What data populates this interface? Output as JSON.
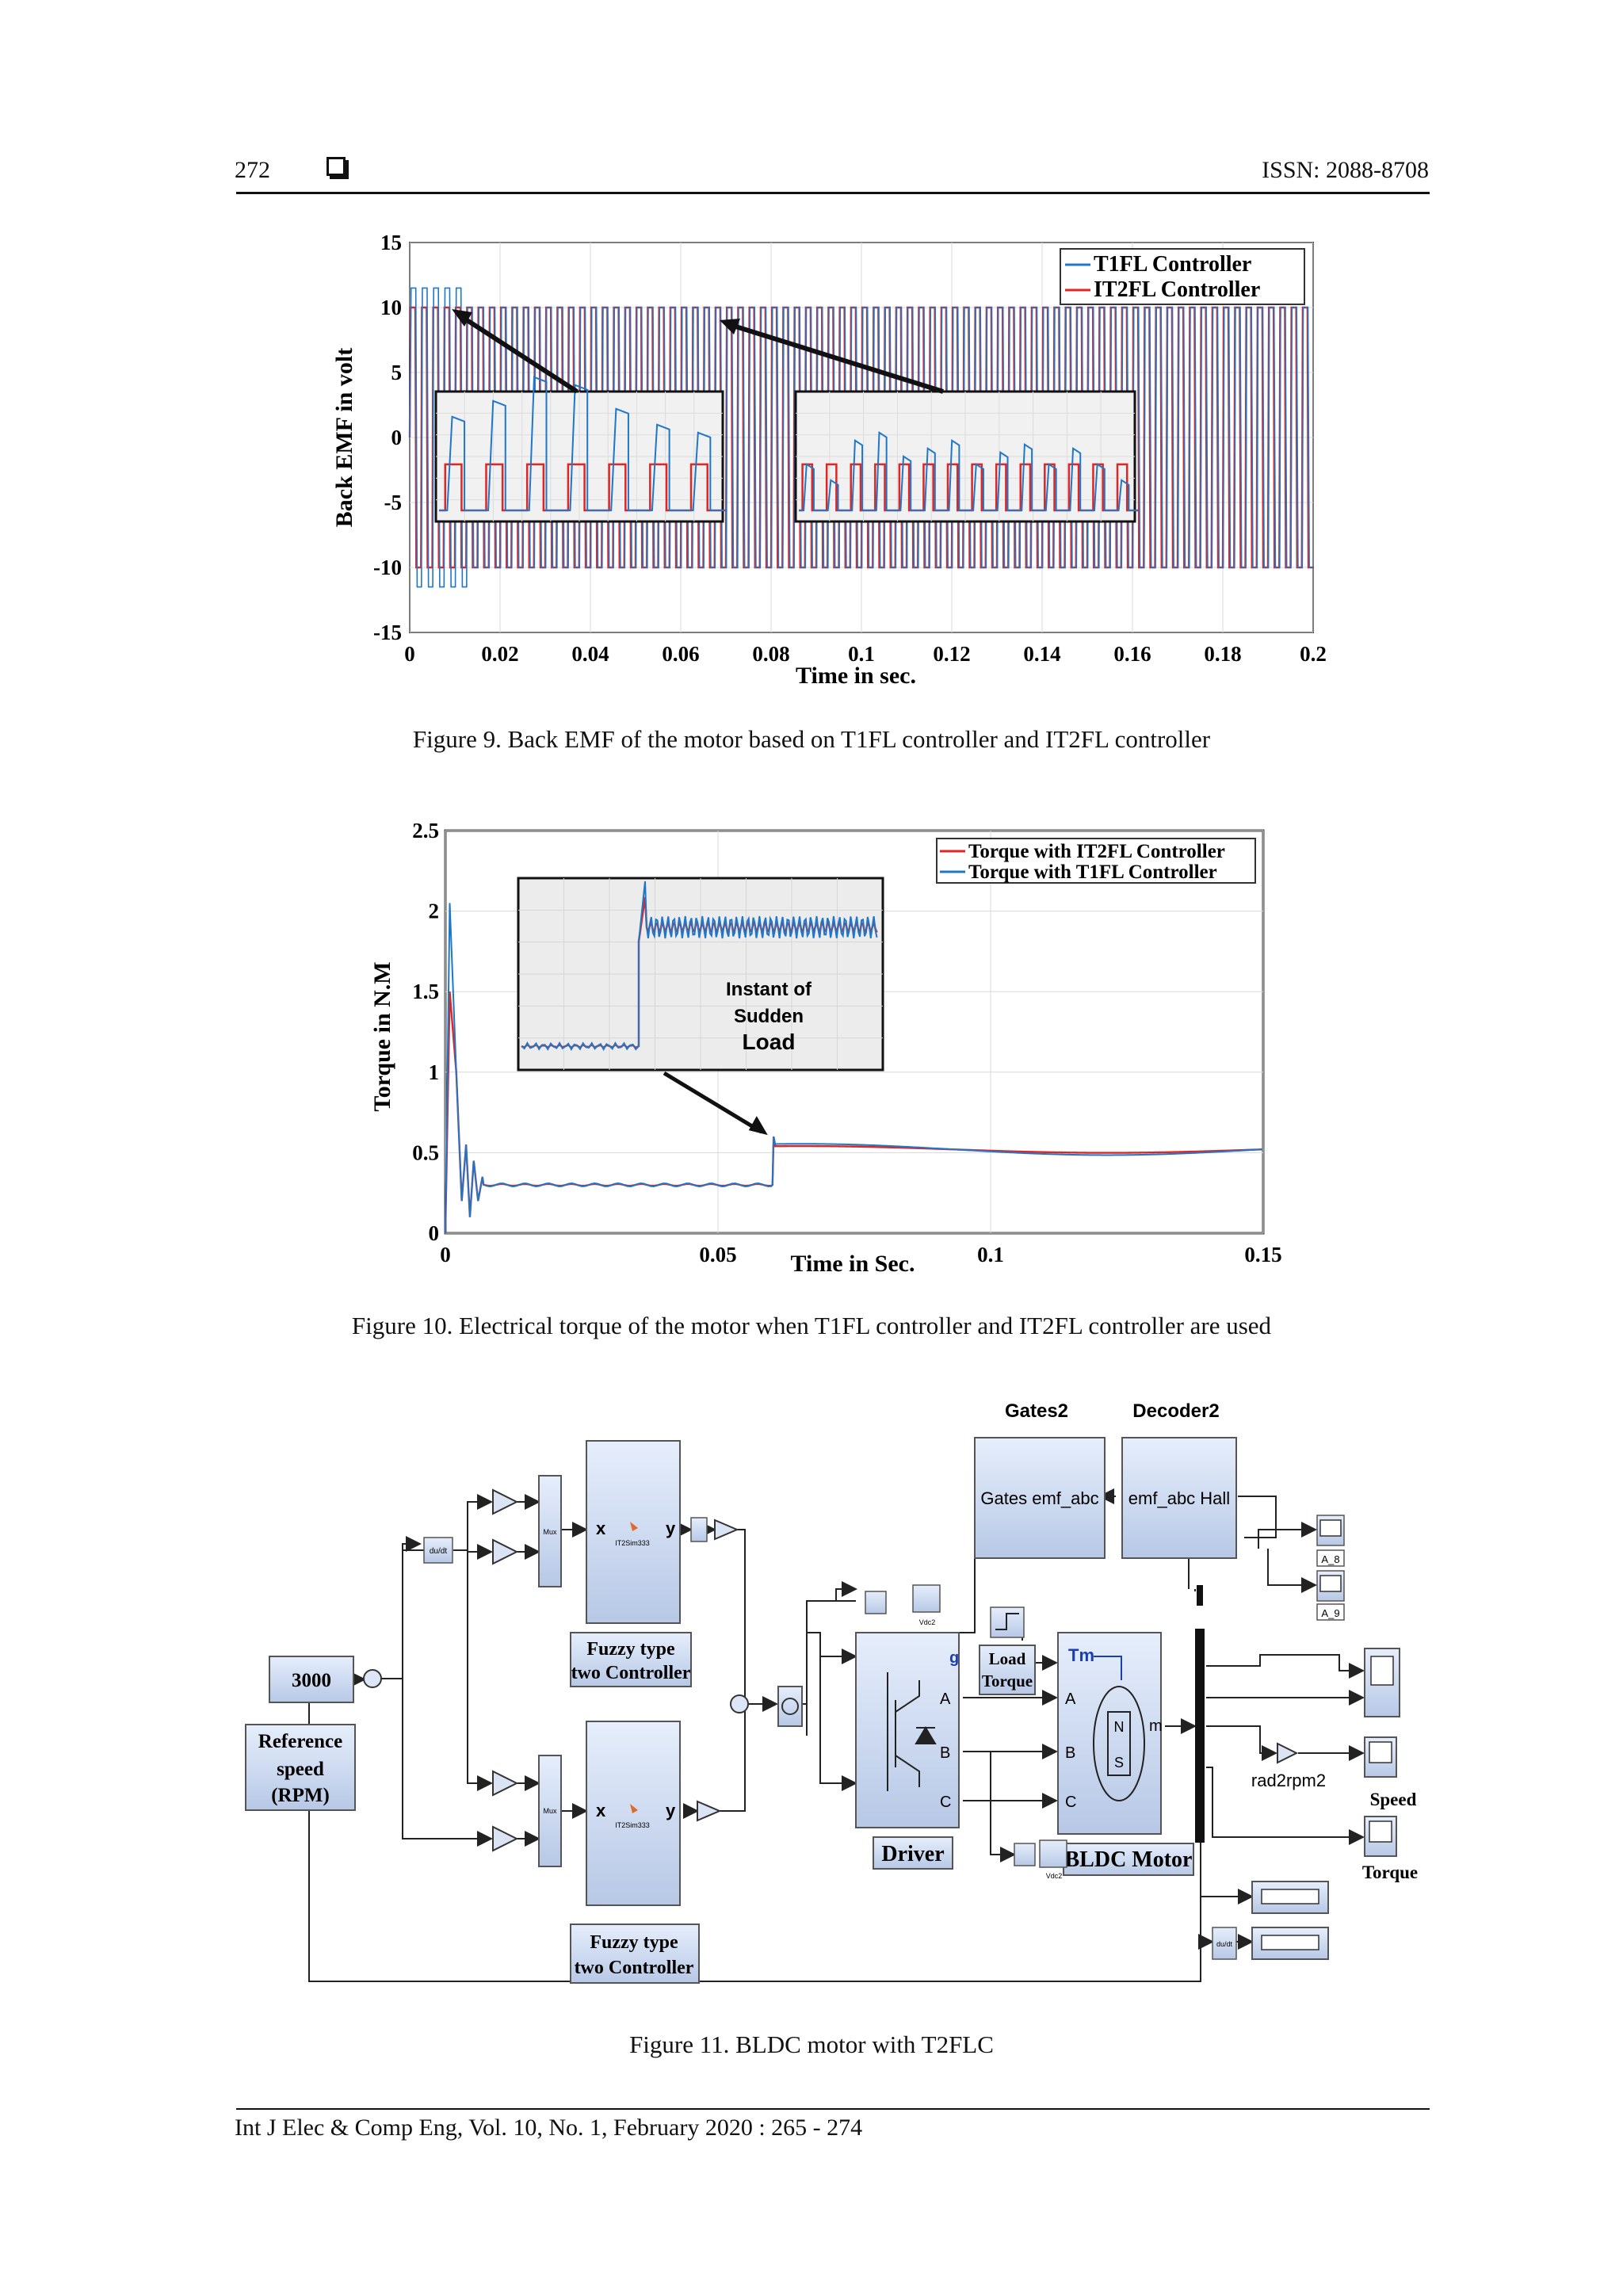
{
  "header": {
    "page_number": "272",
    "issn": "ISSN: 2088-8708"
  },
  "fig9": {
    "caption": "Figure 9. Back EMF of the motor based on T1FL controller and IT2FL controller",
    "chart_data": {
      "type": "line",
      "xlabel": "Time in sec.",
      "ylabel": "Back EMF in volt",
      "xlim": [
        0,
        0.2
      ],
      "ylim": [
        -15,
        15
      ],
      "xticks": [
        "0",
        "0.02",
        "0.04",
        "0.06",
        "0.08",
        "0.1",
        "0.12",
        "0.14",
        "0.16",
        "0.18",
        "0.2"
      ],
      "yticks": [
        "15",
        "10",
        "5",
        "0",
        "-5",
        "-10",
        "-15"
      ],
      "legend_position": "top-right",
      "series": [
        {
          "name": "T1FL Controller",
          "color": "#1f77c8",
          "amplitude": 10,
          "overshoot_peak": 11.5,
          "overshoot_until": 0.012
        },
        {
          "name": "IT2FL Controller",
          "color": "#e02525",
          "amplitude": 10,
          "period": 0.0025
        }
      ]
    }
  },
  "fig10": {
    "caption": "Figure 10. Electrical torque of the motor when T1FL controller and IT2FL controller are used",
    "inset_text": [
      "Instant of",
      "Sudden",
      "Load"
    ],
    "chart_data": {
      "type": "line",
      "xlabel": "Time in Sec.",
      "ylabel": "Torque in N.M",
      "xlim": [
        0,
        0.15
      ],
      "ylim": [
        0,
        2.5
      ],
      "xticks": [
        "0",
        "0.05",
        "0.1",
        "0.15"
      ],
      "yticks": [
        "2.5",
        "2",
        "1.5",
        "1",
        "0.5",
        "0"
      ],
      "legend_position": "top-right",
      "series": [
        {
          "name": "Torque with IT2FL Controller",
          "color": "#e02525",
          "peak": 1.5,
          "steady_before_load": 0.3,
          "steady_after_load": 0.52
        },
        {
          "name": "Torque with T1FL Controller",
          "color": "#1f77c8",
          "peak": 2.05,
          "steady_before_load": 0.3,
          "steady_after_load": 0.52
        }
      ],
      "load_time": 0.06
    }
  },
  "fig11": {
    "caption": "Figure 11. BLDC motor with T2FLC",
    "labels": {
      "ref_value": "3000",
      "ref_label_1": "Reference",
      "ref_label_2": "speed",
      "ref_label_3": "(RPM)",
      "fuzzy_top_1": "Fuzzy type",
      "fuzzy_top_2": "two Controller",
      "fuzzy_bot_1": "Fuzzy type",
      "fuzzy_bot_2": "two Controller",
      "fis_name": "IT2Sim333",
      "mux": "Mux",
      "port_x": "x",
      "port_y": "y",
      "gates_title": "Gates2",
      "decoder_title": "Decoder2",
      "gates_port": "Gates emf_abc",
      "decoder_port": "emf_abc Hall",
      "load_torque_1": "Load",
      "load_torque_2": "Torque",
      "driver": "Driver",
      "driver_g": "g",
      "port_a": "A",
      "port_b": "B",
      "port_c": "C",
      "tm": "Tm",
      "motor_m": "m",
      "motor_n": "N",
      "motor_s": "S",
      "bldc": "BLDC Motor",
      "rad2rpm": "rad2rpm2",
      "speed": "Speed",
      "torque": "Torque",
      "a8": "A_8",
      "a9": "A_9",
      "vdc": "Vdc2",
      "du_dt": "du/dt"
    }
  },
  "footer": {
    "citation": "Int J Elec & Comp Eng, Vol. 10, No. 1, February 2020 :  265 - 274"
  }
}
